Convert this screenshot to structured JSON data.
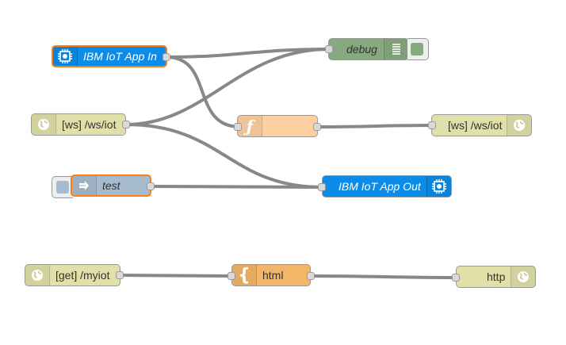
{
  "flow": {
    "nodes": {
      "iot_in": {
        "label": "IBM IoT App In",
        "color": "#0b8ce9",
        "icon": "chip-icon"
      },
      "debug": {
        "label": "debug",
        "color": "#87a980",
        "icon": "list-icon"
      },
      "ws_in": {
        "label": "[ws] /ws/iot",
        "color": "#e0e0a8",
        "icon": "globe-icon"
      },
      "func": {
        "label": "",
        "color": "#fdd0a2",
        "icon": "function-icon",
        "glyph": "ƒ"
      },
      "ws_out": {
        "label": "[ws] /ws/iot",
        "color": "#e0e0a8",
        "icon": "globe-icon"
      },
      "inject": {
        "label": "test",
        "color": "#a6bbcf",
        "icon": "arrow-in-icon"
      },
      "iot_out": {
        "label": "IBM IoT App Out",
        "color": "#0b8ce9",
        "icon": "chip-icon"
      },
      "http_in": {
        "label": "[get] /myiot",
        "color": "#e0e0a8",
        "icon": "globe-icon"
      },
      "template": {
        "label": "html",
        "color": "#f3b567",
        "icon": "template-icon",
        "glyph": "{"
      },
      "http_res": {
        "label": "http",
        "color": "#e0e0a8",
        "icon": "globe-icon"
      }
    },
    "colors": {
      "wire": "#888888",
      "selected_border": "#ff7f0e",
      "debug_button": "#87a980",
      "inject_button": "#a6bbcf"
    }
  }
}
